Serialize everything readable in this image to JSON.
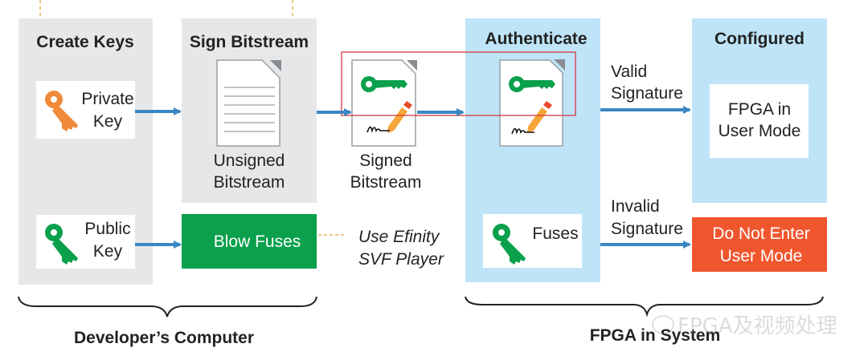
{
  "colors": {
    "developer_panel": "#e6e7e9",
    "fpga_panel": "#bfe4f8",
    "arrow": "#3b87c4",
    "green": "#0aa04c",
    "orange_key": "#ee8a3a",
    "red_box": "#f0562e",
    "highlight": "#d9363e"
  },
  "create_keys": {
    "title": "Create Keys",
    "private_key": {
      "line1": "Private",
      "line2": "Key",
      "icon": "key-icon"
    },
    "public_key": {
      "line1": "Public",
      "line2": "Key",
      "icon": "key-icon"
    }
  },
  "sign_bitstream": {
    "title": "Sign Bitstream",
    "doc_label": {
      "line1": "Unsigned",
      "line2": "Bitstream"
    },
    "icon": "document-icon"
  },
  "blow_fuses": {
    "label": "Blow Fuses",
    "note_line1": "Use Efinity",
    "note_line2": "SVF Player"
  },
  "signed": {
    "line1": "Signed",
    "line2": "Bitstream",
    "icon": "signed-document-icon"
  },
  "authenticate": {
    "title": "Authenticate",
    "fuses_label": "Fuses"
  },
  "valid": {
    "line1": "Valid",
    "line2": "Signature"
  },
  "invalid": {
    "line1": "Invalid",
    "line2": "Signature"
  },
  "configured": {
    "title": "Configured",
    "line1": "FPGA in",
    "line2": "User Mode"
  },
  "fail": {
    "line1": "Do Not Enter",
    "line2": "User Mode"
  },
  "groups": {
    "left": "Developer’s Computer",
    "right": "FPGA in System"
  },
  "watermark": "FPGA及视频处理"
}
